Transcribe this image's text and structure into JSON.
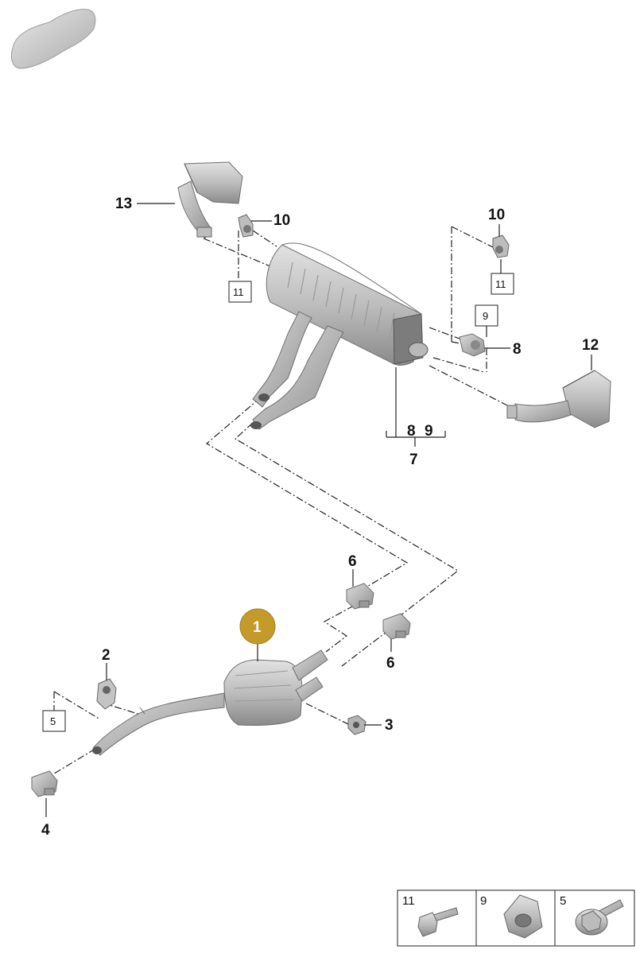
{
  "callouts": {
    "c1": "1",
    "c2": "2",
    "c3": "3",
    "c4": "4",
    "c6a": "6",
    "c6b": "6",
    "c7": "7",
    "c8a": "8",
    "c8b": "8",
    "c9a": "9",
    "c10a": "10",
    "c10b": "10",
    "c12": "12",
    "c13": "13"
  },
  "boxed_refs": {
    "b11a": "11",
    "b11b": "11",
    "b9": "9",
    "b5": "5"
  },
  "legend": {
    "items": [
      {
        "number": "11",
        "part": "bolt-icon"
      },
      {
        "number": "9",
        "part": "nut-icon"
      },
      {
        "number": "5",
        "part": "flange-bolt-icon"
      }
    ]
  },
  "colors": {
    "highlight": "#c49a2b",
    "part_fill": "#c9c9c9",
    "part_shadow": "#8d8d8d",
    "line": "#222222"
  }
}
